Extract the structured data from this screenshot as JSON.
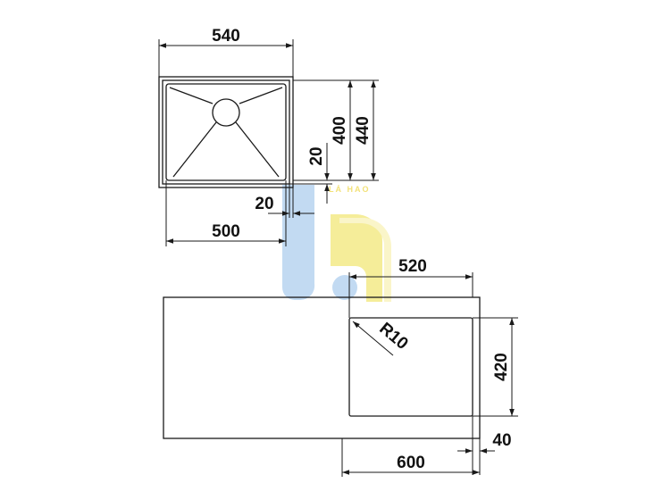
{
  "colors": {
    "line": "#1a1a1a",
    "text": "#111111",
    "watermark_blue": "#b8d4f0",
    "watermark_yellow": "#f4ea88",
    "watermark_yellow_light": "#faf4c0"
  },
  "watermark": {
    "text": "LÁ HAO",
    "icon": "logo-mark"
  },
  "top_view": {
    "width_outer": "540",
    "height_inner": "400",
    "height_outer": "440",
    "rim_vertical": "20",
    "rim_horizontal": "20",
    "width_inner": "500",
    "drain_icon": "drain-circle-icon"
  },
  "cutout_view": {
    "cutout_width": "520",
    "corner_radius": "R10",
    "cutout_height": "420",
    "edge_offset": "40",
    "cabinet_width": "600"
  }
}
